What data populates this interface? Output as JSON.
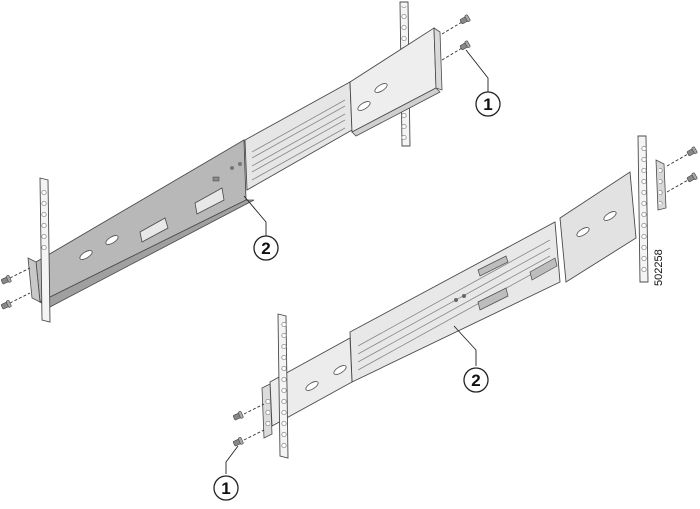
{
  "figure": {
    "id_label": "502258",
    "description": "Installing rack-mount slide rails onto front and rear rack posts",
    "colors": {
      "outline": "#4a4a4a",
      "rail_dark": "#b4b4b4",
      "rail_mid": "#cfcfcf",
      "rail_light": "#e4e4e4",
      "post": "#f4f4f4",
      "background": "#ffffff"
    }
  },
  "callouts": [
    {
      "number": "1",
      "meaning": "screws",
      "position": "top-right"
    },
    {
      "number": "2",
      "meaning": "slide rail",
      "position": "left-rail"
    },
    {
      "number": "2",
      "meaning": "slide rail",
      "position": "right-rail"
    },
    {
      "number": "1",
      "meaning": "screws",
      "position": "bottom-left"
    }
  ]
}
